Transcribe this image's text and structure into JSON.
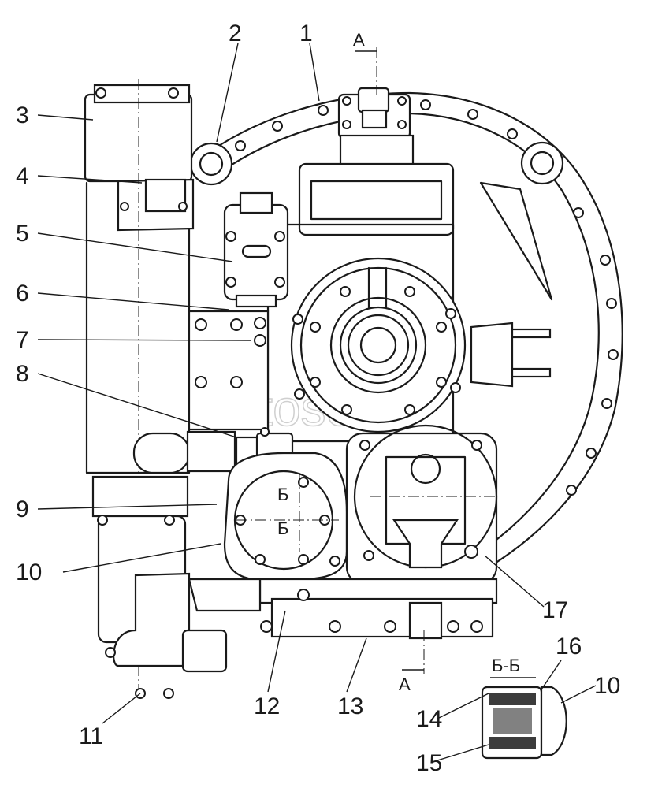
{
  "watermark": "Autosoft",
  "callouts": [
    {
      "id": "1",
      "text": "1"
    },
    {
      "id": "2",
      "text": "2"
    },
    {
      "id": "3",
      "text": "3"
    },
    {
      "id": "4",
      "text": "4"
    },
    {
      "id": "5",
      "text": "5"
    },
    {
      "id": "6",
      "text": "6"
    },
    {
      "id": "7",
      "text": "7"
    },
    {
      "id": "8",
      "text": "8"
    },
    {
      "id": "9",
      "text": "9"
    },
    {
      "id": "10",
      "text": "10"
    },
    {
      "id": "11",
      "text": "11"
    },
    {
      "id": "12",
      "text": "12"
    },
    {
      "id": "13",
      "text": "13"
    },
    {
      "id": "14",
      "text": "14"
    },
    {
      "id": "15",
      "text": "15"
    },
    {
      "id": "16",
      "text": "16"
    },
    {
      "id": "17",
      "text": "17"
    },
    {
      "id": "10b",
      "text": "10"
    }
  ],
  "section_marks": {
    "a_top": "A",
    "a_bottom": "A",
    "b_upper": "Б",
    "b_lower": "Б",
    "bb_title": "Б-Б"
  }
}
